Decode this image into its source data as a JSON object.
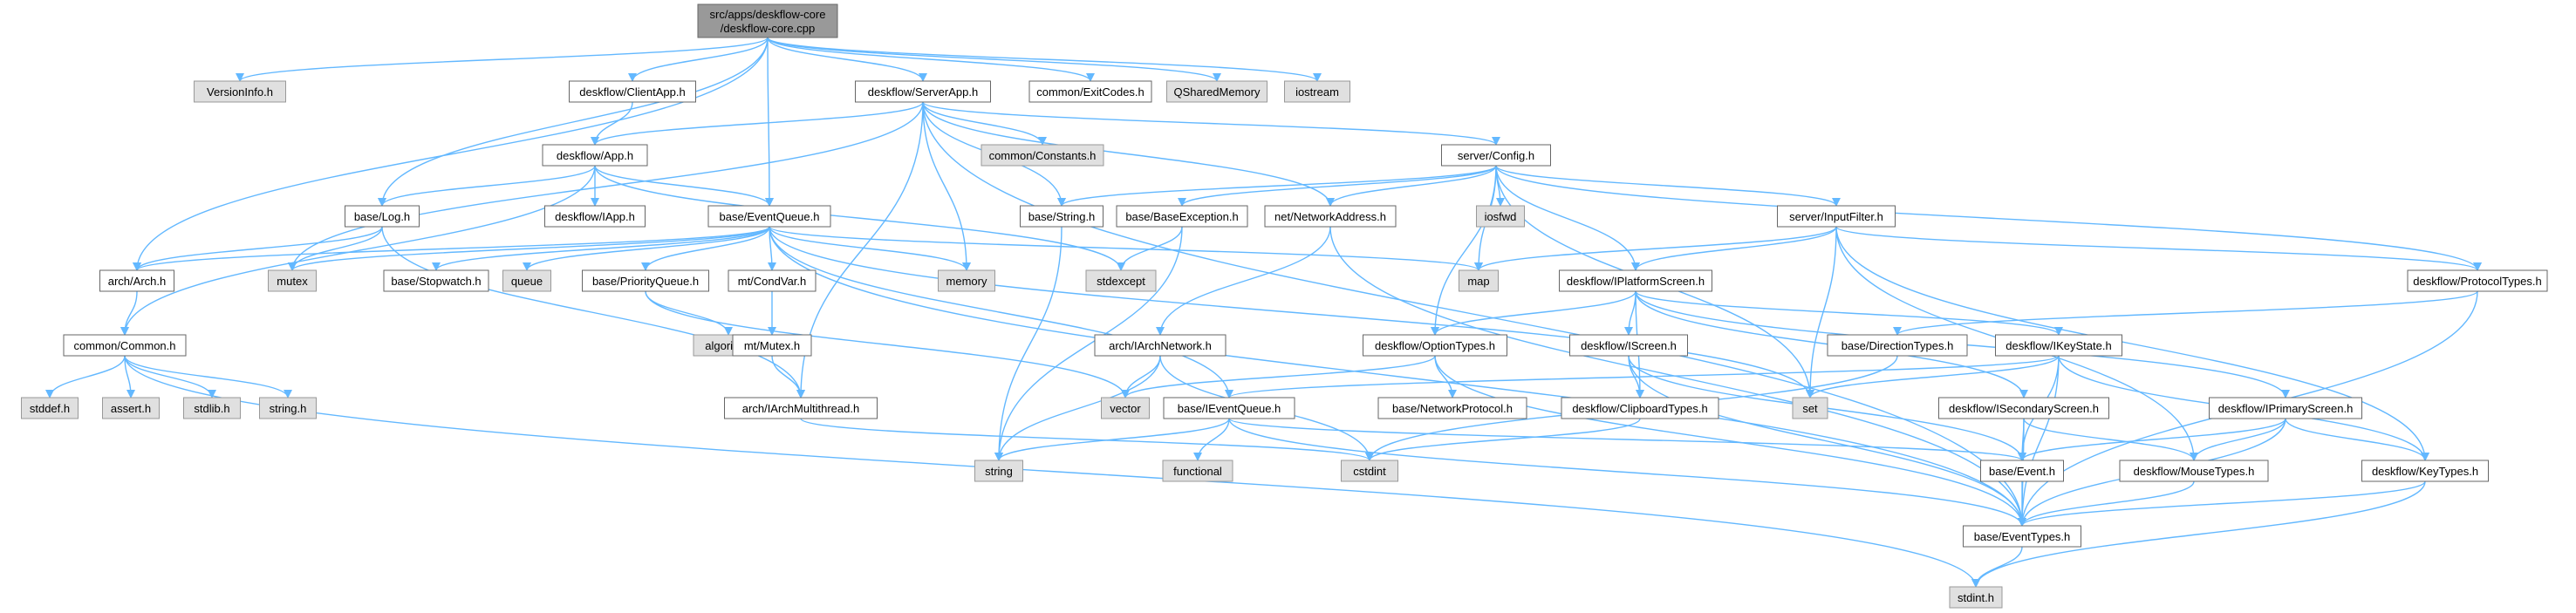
{
  "root": {
    "line1": "src/apps/deskflow-core",
    "line2": "/deskflow-core.cpp"
  },
  "colors": {
    "edge": "#63b8ff",
    "root_fill": "#999999",
    "system_fill": "#e0e0e0",
    "project_fill": "#ffffff"
  },
  "nodes": {
    "versioninfo": "VersionInfo.h",
    "clientapp": "deskflow/ClientApp.h",
    "serverapp": "deskflow/ServerApp.h",
    "exitcodes": "common/ExitCodes.h",
    "qsharedmemory": "QSharedMemory",
    "iostream": "iostream",
    "app": "deskflow/App.h",
    "constants": "common/Constants.h",
    "config": "server/Config.h",
    "log": "base/Log.h",
    "iapp": "deskflow/IApp.h",
    "eventqueue": "base/EventQueue.h",
    "string_h": "base/String.h",
    "baseexception": "base/BaseException.h",
    "networkaddress": "net/NetworkAddress.h",
    "iosfwd": "iosfwd",
    "inputfilter": "server/InputFilter.h",
    "arch": "arch/Arch.h",
    "mutex": "mutex",
    "stopwatch": "base/Stopwatch.h",
    "queue": "queue",
    "priorityqueue": "base/PriorityQueue.h",
    "condvar": "mt/CondVar.h",
    "memory": "memory",
    "stdexcept": "stdexcept",
    "map": "map",
    "iplatformscreen": "deskflow/IPlatformScreen.h",
    "protocoltypes": "deskflow/ProtocolTypes.h",
    "common": "common/Common.h",
    "algorithm": "algorithm",
    "mtmutex": "mt/Mutex.h",
    "iarchnetwork": "arch/IArchNetwork.h",
    "optiontypes": "deskflow/OptionTypes.h",
    "iscreen": "deskflow/IScreen.h",
    "directiontypes": "base/DirectionTypes.h",
    "ikeystate": "deskflow/IKeyState.h",
    "stddef": "stddef.h",
    "assert": "assert.h",
    "stdlib": "stdlib.h",
    "stringh": "string.h",
    "iarchmultithread": "arch/IArchMultithread.h",
    "vector": "vector",
    "ieventqueue": "base/IEventQueue.h",
    "networkprotocol": "base/NetworkProtocol.h",
    "clipboardtypes": "deskflow/ClipboardTypes.h",
    "set": "set",
    "isecondaryscreen": "deskflow/ISecondaryScreen.h",
    "iprimaryscreen": "deskflow/IPrimaryScreen.h",
    "string": "string",
    "functional": "functional",
    "cstdint": "cstdint",
    "event": "base/Event.h",
    "mousetypes": "deskflow/MouseTypes.h",
    "keytypes": "deskflow/KeyTypes.h",
    "eventtypes": "base/EventTypes.h",
    "stdint": "stdint.h"
  }
}
